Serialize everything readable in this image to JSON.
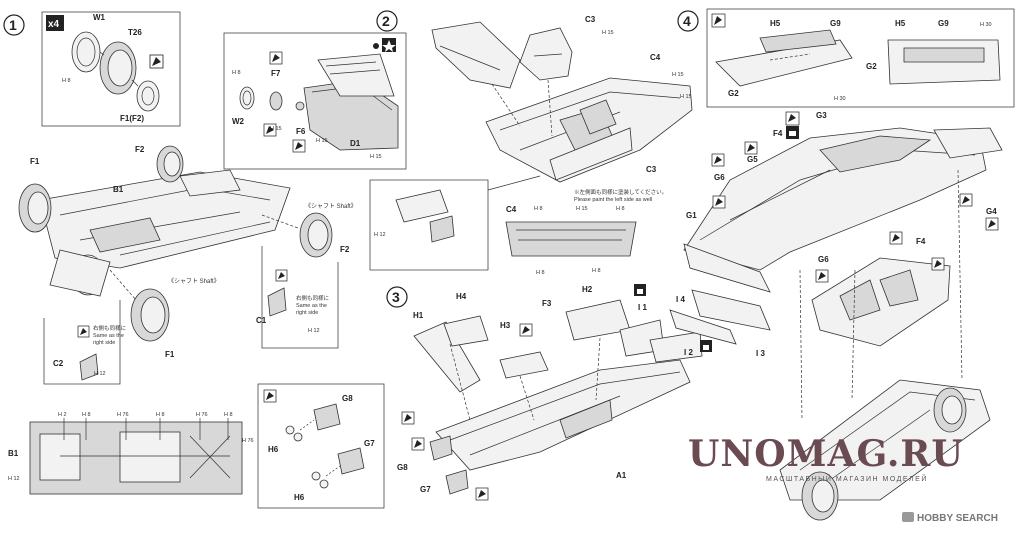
{
  "steps": {
    "s1": "1",
    "s2": "2",
    "s3": "3",
    "s4": "4"
  },
  "qty": "x4",
  "parts": {
    "W1": "W1",
    "T26": "T26",
    "H8a": "H 8",
    "F1F2": "F1(F2)",
    "H8b": "H 8",
    "F7": "F7",
    "W2": "W2",
    "H15a": "H 15",
    "F6": "F6",
    "H15b": "H 15",
    "D1": "D1",
    "H15c": "H 15",
    "F1a": "F1",
    "F2a": "F2",
    "B1a": "B1",
    "F2b": "F2",
    "F1b": "F1",
    "C1": "C1",
    "H12a": "H 12",
    "C2": "C2",
    "H12b": "H 12",
    "C3a": "C3",
    "H15d": "H 15",
    "C4a": "C4",
    "H15e": "H 15",
    "H15f": "H 15",
    "C3b": "C3",
    "H12c": "H 12",
    "C4b": "C4",
    "H8c": "H 8",
    "H8d": "H 8",
    "H15g": "H 15",
    "H8e": "H 8",
    "H8f": "H 8",
    "H5a": "H5",
    "G9a": "G9",
    "G2a": "G2",
    "H30a": "H 30",
    "H5b": "H5",
    "G9b": "G9",
    "H30b": "H 30",
    "G2b": "G2",
    "G3": "G3",
    "F4a": "F4",
    "G5": "G5",
    "G6a": "G6",
    "G1": "G1",
    "G6b": "G6",
    "F4b": "F4",
    "G4": "G4",
    "H1": "H1",
    "H4": "H4",
    "F3": "F3",
    "H2": "H2",
    "I4": "I 4",
    "H3": "H3",
    "I1": "I 1",
    "I2": "I 2",
    "I3": "I 3",
    "G8a": "G8",
    "H6a": "H6",
    "G7a": "G7",
    "H6b": "H6",
    "G8b": "G8",
    "G7b": "G7",
    "A1": "A1",
    "B1b": "B1",
    "H2b": "H 2",
    "H8g": "H 8",
    "H76a": "H 76",
    "H8h": "H 8",
    "H76b": "H 76",
    "H8i": "H 8",
    "H76c": "H 76",
    "H12d": "H 12"
  },
  "labels": {
    "shaft1": "《シャフト Shaft》",
    "shaft2": "《シャフト Shaft》",
    "c1_jp": "右側も同様に",
    "c1_en1": "Same as the",
    "c1_en2": "right side",
    "c2_jp": "右側も同様に",
    "c2_en1": "Same as the",
    "c2_en2": "right side",
    "paint_jp": "※左側面も同様に塗装してください。",
    "paint_en": "Please paint the left side as well"
  },
  "watermark": {
    "brand": "UNOMAG.RU",
    "tagline": "МАСШТАБНЫЙ МАГАЗИН МОДЕЛЕЙ"
  },
  "credit": "HOBBY SEARCH",
  "colors": {
    "watermark": "#6b4b52",
    "line": "#333333",
    "part_fill": "#f2f2f2"
  }
}
